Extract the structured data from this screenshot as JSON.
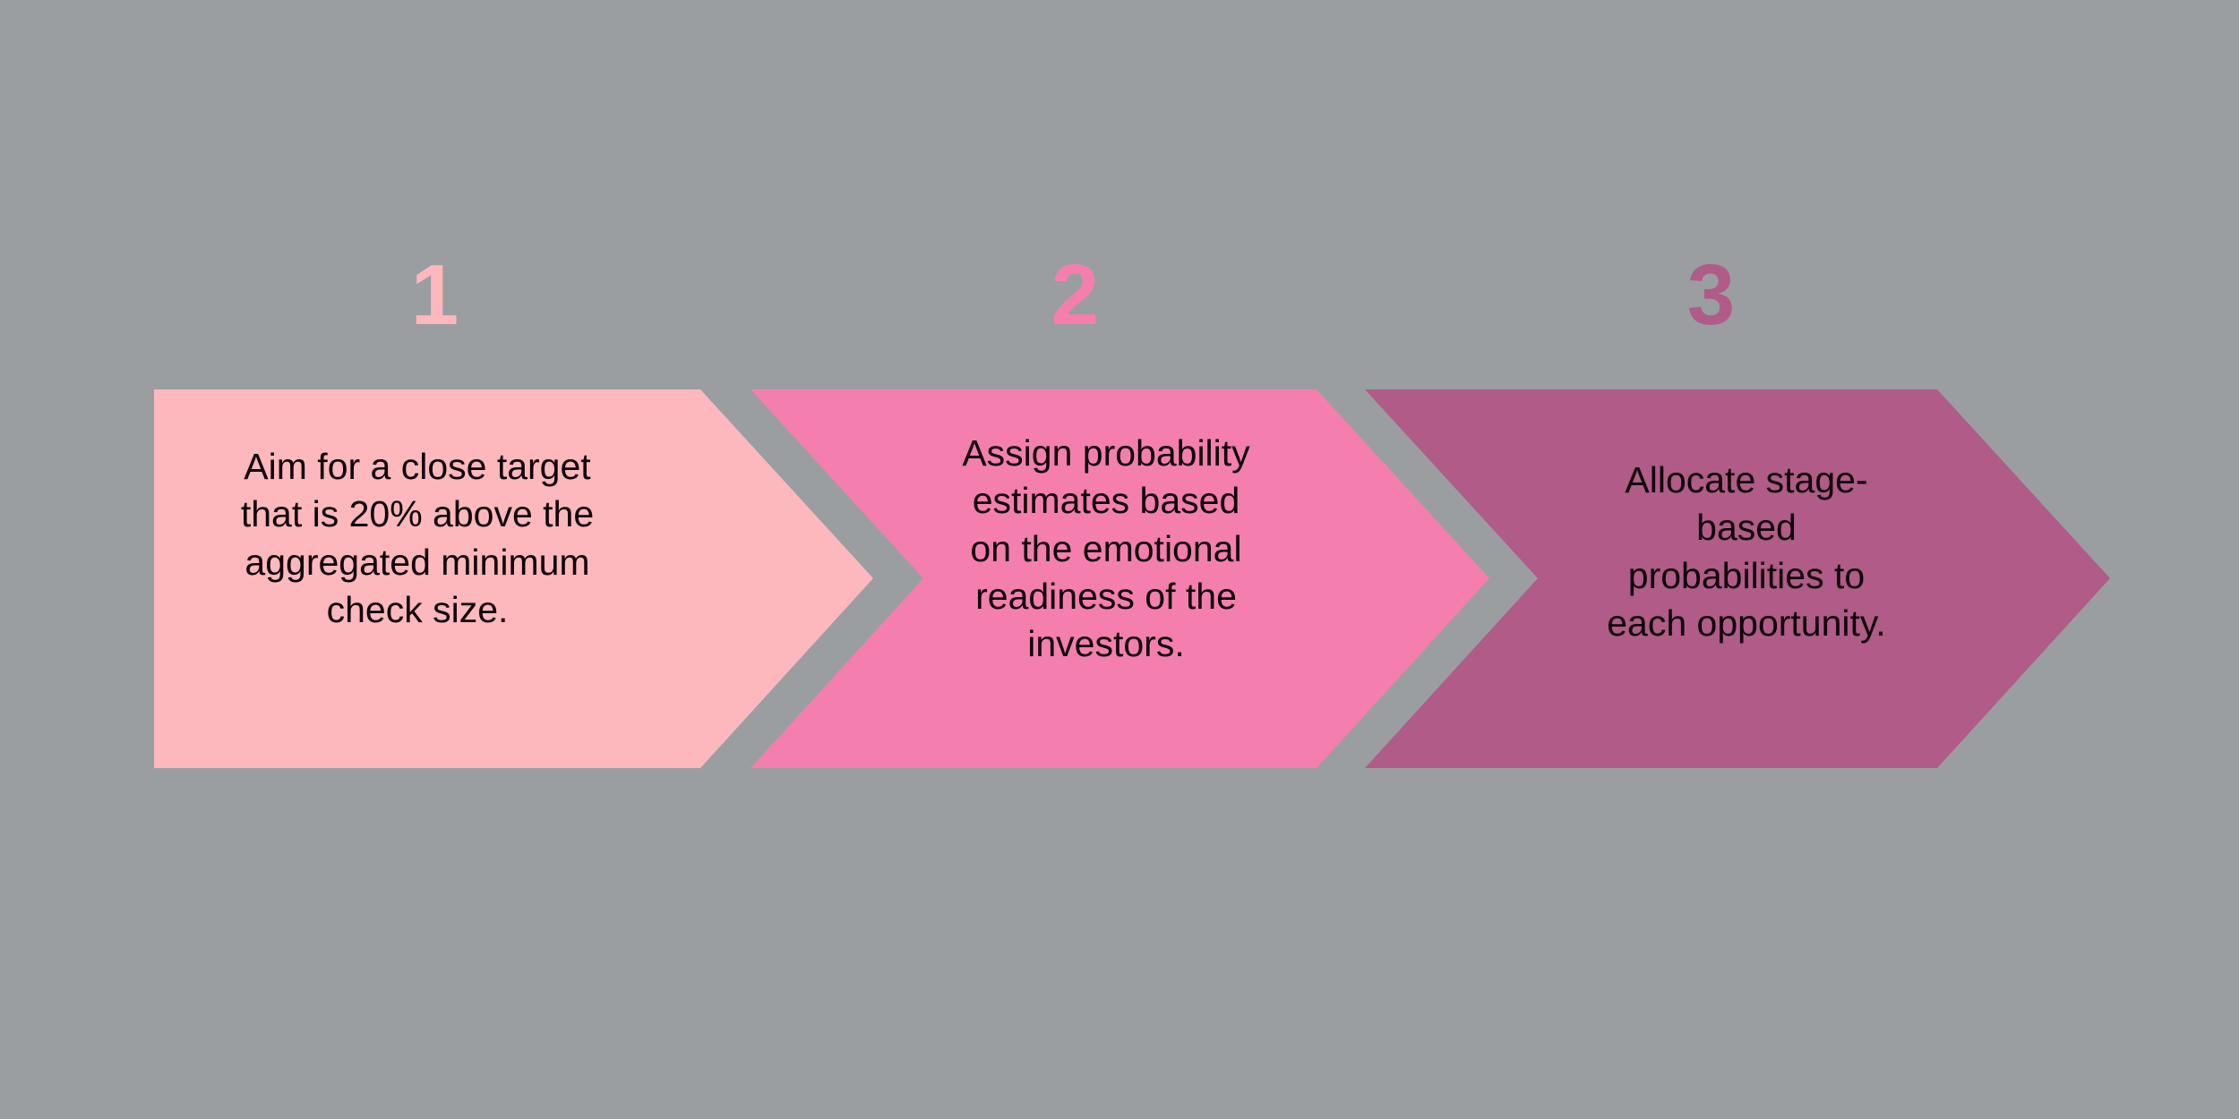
{
  "background_color": "#9a9ea1",
  "diagram": {
    "type": "chevron-process-flow",
    "direction": "left-to-right",
    "step_count": 3,
    "steps": [
      {
        "number": "1",
        "number_color": "#fcb8bd",
        "fill_color": "#fcb8bd",
        "text_color": "#0d0208",
        "text": "Aim for a close target\nthat is 20% above the\naggregated minimum\ncheck size."
      },
      {
        "number": "2",
        "number_color": "#f47fae",
        "fill_color": "#f47fae",
        "text_color": "#0d0208",
        "text": "Assign probability\nestimates based\non the emotional\nreadiness of the\ninvestors."
      },
      {
        "number": "3",
        "number_color": "#b05b88",
        "fill_color": "#b05b88",
        "text_color": "#0d0208",
        "text": "Allocate stage-\nbased\nprobabilities to\neach opportunity."
      }
    ]
  }
}
